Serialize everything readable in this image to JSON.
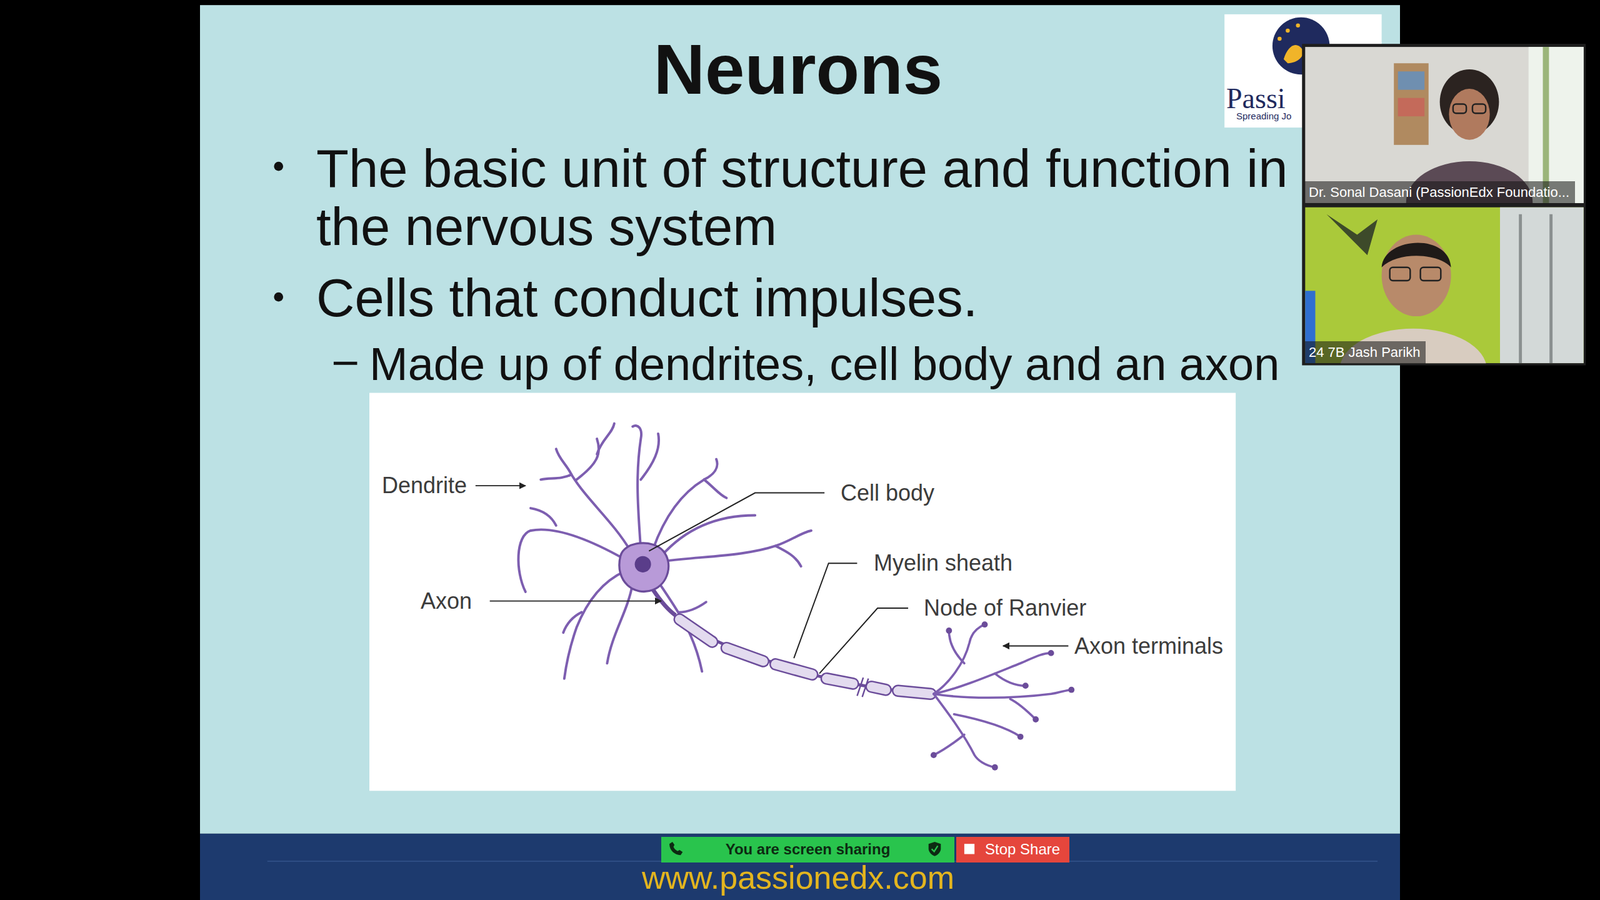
{
  "diagram": {
    "title": "Neurons",
    "nodes": [
      {
        "text": [
          "Dr. Sonal Dasani (PassionEdx Foundatio..."
        ]
      },
      {
        "text": [
          "24 7B Jash Parikh"
        ]
      },
      {
        "text": [
          "You are screen sharing"
        ]
      },
      {
        "text": [
          "Stop Share"
        ]
      }
    ],
    "labels": [
      "The basic unit of structure and function in the nervous system",
      "Cells that conduct impulses.",
      "Made up of dendrites, cell body and an axon",
      "Dendrite",
      "Cell body",
      "Myelin sheath",
      "Axon",
      "Node of Ranvier",
      "Axon terminals",
      "Passi",
      "Spreading Jo",
      "www.passionedx.com"
    ]
  }
}
